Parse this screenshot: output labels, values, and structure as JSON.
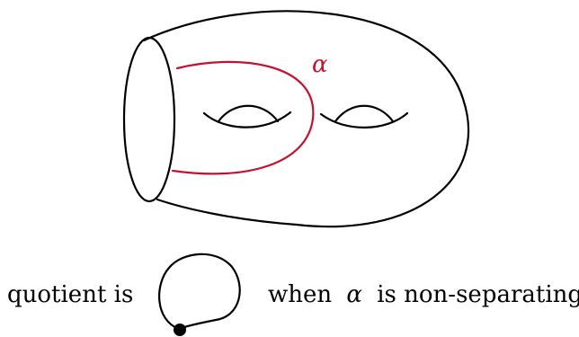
{
  "figure": {
    "curve_label": "α",
    "caption_left": "quotient is",
    "caption_right_prefix": "when",
    "caption_right_symbol": "α",
    "caption_right_suffix": "is non-separating"
  },
  "colors": {
    "curve": "#c8102e",
    "ink": "#000000"
  },
  "icons": [
    "loop-with-basepoint-icon"
  ]
}
